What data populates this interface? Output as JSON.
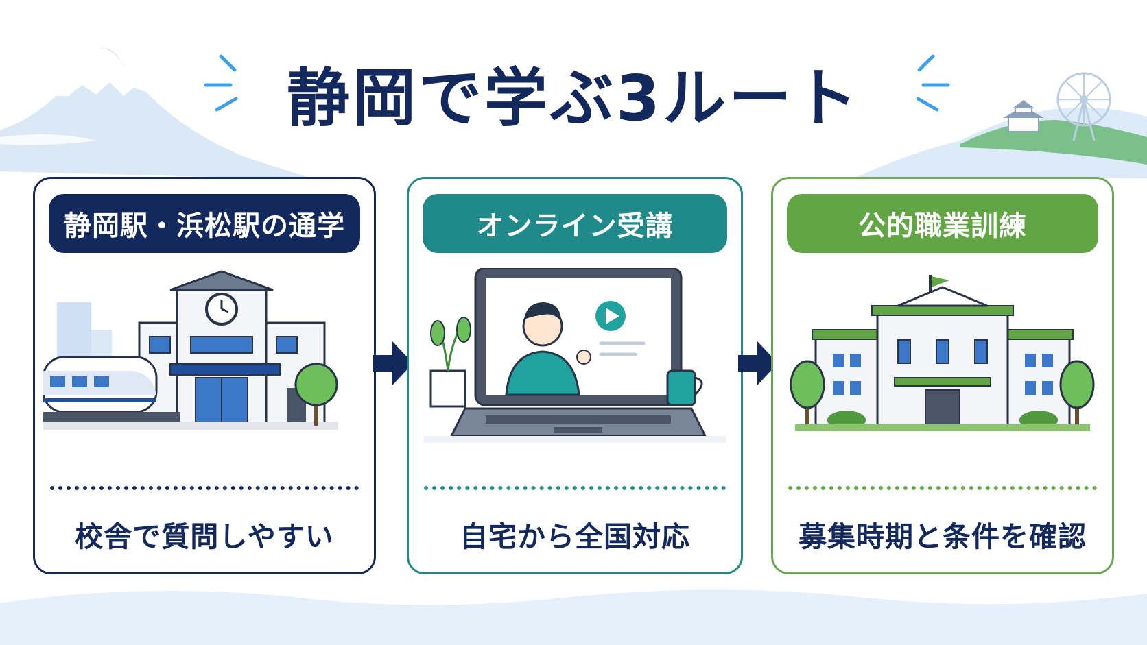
{
  "title": "静岡で学ぶ3ルート",
  "routes": [
    {
      "label": "静岡駅・浜松駅の通学",
      "caption": "校舎で質問しやすい",
      "color": "#13285c"
    },
    {
      "label": "オンライン受講",
      "caption": "自宅から全国対応",
      "color": "#1f8a89"
    },
    {
      "label": "公的職業訓練",
      "caption": "募集時期と条件を確認",
      "color": "#62a544"
    }
  ],
  "colors": {
    "navy": "#13285c",
    "teal": "#1f8a89",
    "green": "#62a544",
    "accent_blue": "#3aa0e8"
  }
}
